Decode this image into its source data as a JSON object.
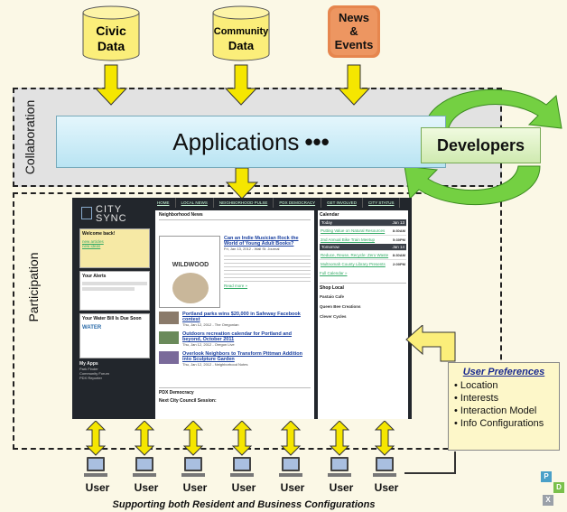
{
  "sources": [
    {
      "label_lines": [
        "Civic",
        "Data"
      ]
    },
    {
      "label_lines": [
        "Community",
        "Data"
      ]
    },
    {
      "label_lines": [
        "News",
        "&",
        "Events"
      ]
    }
  ],
  "bands": {
    "collaboration": "Collaboration",
    "participation": "Participation"
  },
  "applications": "Applications",
  "applications_suffix": "•••",
  "developers": "Developers",
  "screenshot": {
    "logo_top": "CITY",
    "logo_bottom": "SYNC",
    "nav": [
      "HOME",
      "LOCAL NEWS",
      "NEIGHBORHOOD PULSE",
      "PDX DEMOCRACY",
      "GET INVOLVED",
      "CITY STATUS"
    ],
    "welcome": {
      "title": "Welcome back!",
      "links": [
        "new articles",
        "new ideas"
      ]
    },
    "alerts_title": "Your Alerts",
    "water_title": "Your Water Bill Is Due Soon",
    "water_logo": "WATER",
    "apps_title": "My Apps",
    "apps": [
      "Park Finder",
      "Community Forum",
      "PDX Reporter"
    ],
    "news_title": "Neighborhood News",
    "news_headlines": [
      "Can an Indie Musician Rock the World of Young Adult Books?",
      "Portland parks wins $20,000 in Safeway Facebook contest",
      "Outdoors recreation calendar for Portland and beyond, October 2011",
      "Overlook Neighbors to Transform Pittman Addition into Sculpture Garden"
    ],
    "news_meta": [
      "Fri, Jan 13, 2012 - Wall St. Journal",
      "Thu, Jan 12, 2012 - The Oregonian",
      "Thu, Jan 12, 2012 - Oregon Live",
      "Thu, Jan 12, 2012 - Neighborhood Notes"
    ],
    "read_more": "Read more »",
    "poster_title": "WILDWOOD",
    "democracy_title": "PDX Democracy",
    "council_title": "Next City Council Session:",
    "calendar_title": "Calendar",
    "calendar_days": [
      {
        "day": "Today",
        "date": "Jan 13"
      },
      {
        "day": "Tomorrow",
        "date": "Jan 14"
      }
    ],
    "calendar_events": [
      {
        "text": "Putting Value on Natural Resources",
        "time": "8:30AM"
      },
      {
        "text": "2nd Annual Bike Train Meetup",
        "time": "5:30PM"
      },
      {
        "text": "Reduce, Reuse, Recycle: Zero Waste",
        "time": "8:30AM"
      },
      {
        "text": "Multnomah County Library Presents",
        "time": "2:00PM"
      }
    ],
    "full_calendar": "Full Calendar »",
    "shop_title": "Shop Local",
    "shops": [
      "Pastaio Cafe",
      "Queen Bee Creations",
      "Clever Cycles"
    ]
  },
  "user_preferences": {
    "title": "User Preferences",
    "items": [
      "Location",
      "Interests",
      "Interaction Model",
      "Info Configurations"
    ]
  },
  "user_label": "User",
  "caption": "Supporting both Resident and Business Configurations",
  "badge": [
    "P",
    "D",
    "X"
  ],
  "colors": {
    "arrow_yellow": "#f5e600",
    "cylinder_yellow": "#fbee7a",
    "rss_orange": "#e6864e",
    "cycle_green": "#6dcf3c"
  }
}
